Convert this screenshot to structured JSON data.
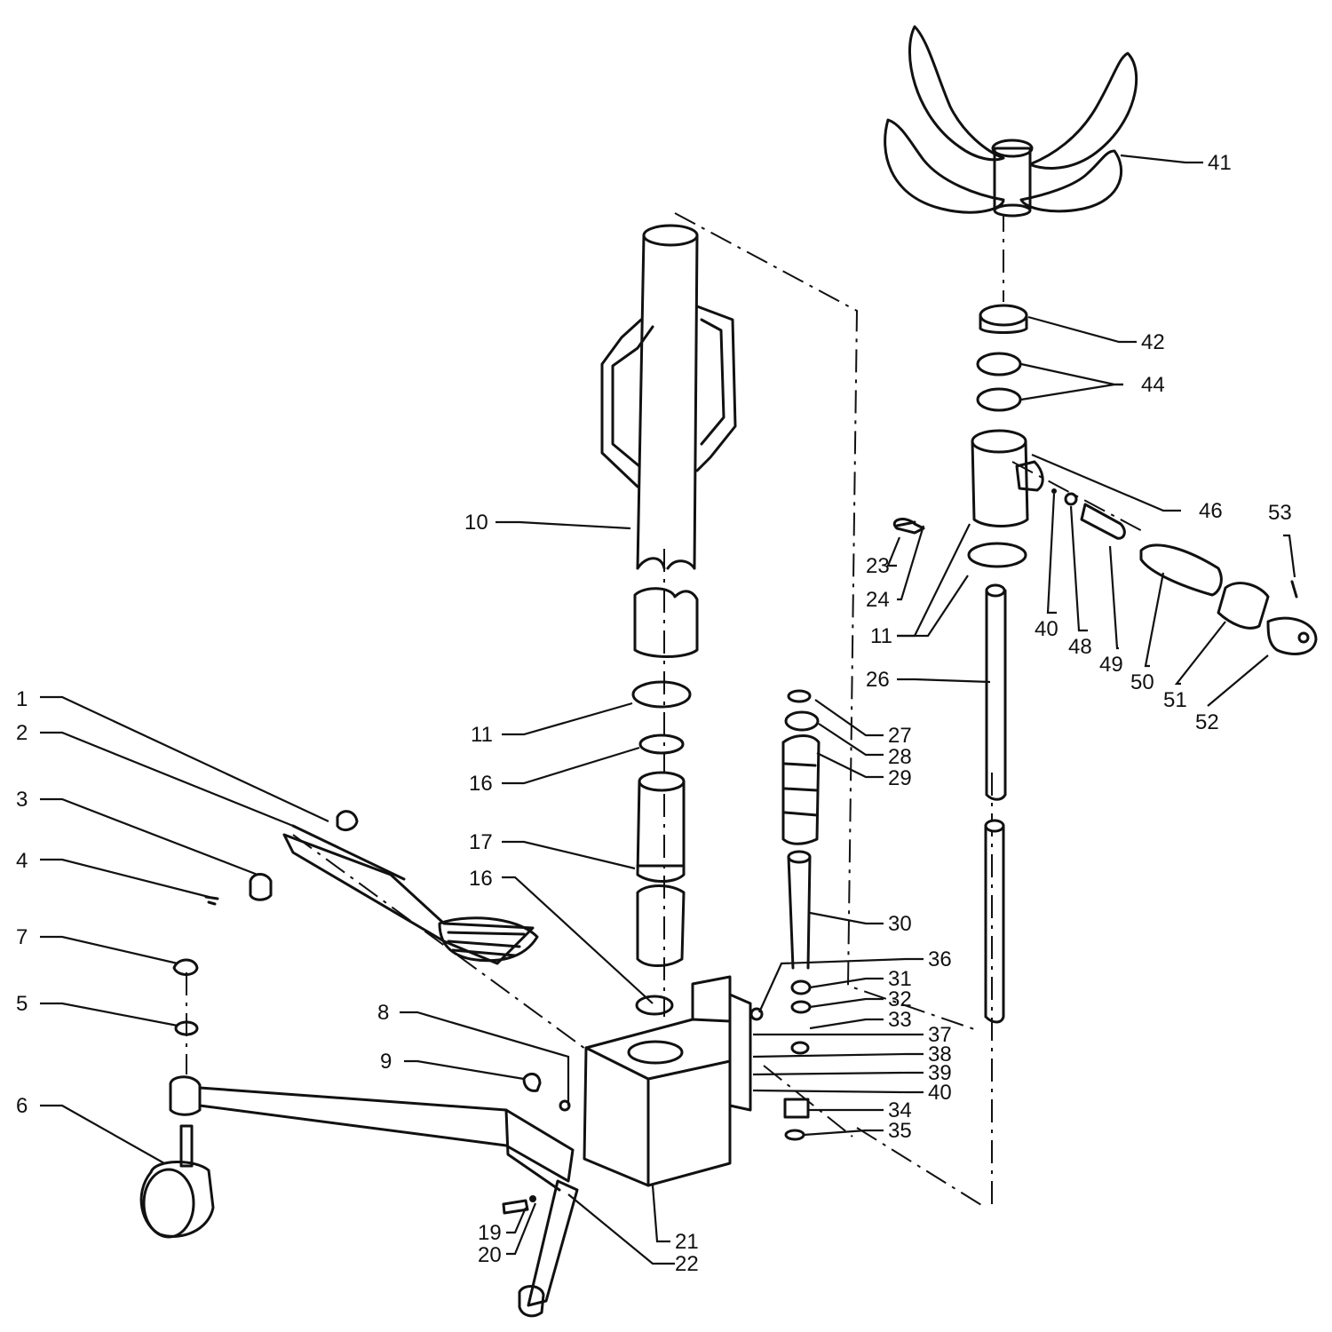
{
  "callouts": [
    {
      "id": "c1",
      "text": "1"
    },
    {
      "id": "c2",
      "text": "2"
    },
    {
      "id": "c3",
      "text": "3"
    },
    {
      "id": "c4",
      "text": "4"
    },
    {
      "id": "c7",
      "text": "7"
    },
    {
      "id": "c5",
      "text": "5"
    },
    {
      "id": "c6",
      "text": "6"
    },
    {
      "id": "c8",
      "text": "8"
    },
    {
      "id": "c9",
      "text": "9"
    },
    {
      "id": "c10",
      "text": "10"
    },
    {
      "id": "c11a",
      "text": "11"
    },
    {
      "id": "c16a",
      "text": "16"
    },
    {
      "id": "c17",
      "text": "17"
    },
    {
      "id": "c16b",
      "text": "16"
    },
    {
      "id": "c19",
      "text": "19"
    },
    {
      "id": "c20",
      "text": "20"
    },
    {
      "id": "c21",
      "text": "21"
    },
    {
      "id": "c22",
      "text": "22"
    },
    {
      "id": "c23",
      "text": "23"
    },
    {
      "id": "c24",
      "text": "24"
    },
    {
      "id": "c11b",
      "text": "11"
    },
    {
      "id": "c26",
      "text": "26"
    },
    {
      "id": "c27",
      "text": "27"
    },
    {
      "id": "c28",
      "text": "28"
    },
    {
      "id": "c29",
      "text": "29"
    },
    {
      "id": "c30",
      "text": "30"
    },
    {
      "id": "c36",
      "text": "36"
    },
    {
      "id": "c31",
      "text": "31"
    },
    {
      "id": "c32",
      "text": "32"
    },
    {
      "id": "c33",
      "text": "33"
    },
    {
      "id": "c37",
      "text": "37"
    },
    {
      "id": "c38",
      "text": "38"
    },
    {
      "id": "c39",
      "text": "39"
    },
    {
      "id": "c40a",
      "text": "40"
    },
    {
      "id": "c34",
      "text": "34"
    },
    {
      "id": "c35",
      "text": "35"
    },
    {
      "id": "c41",
      "text": "41"
    },
    {
      "id": "c42",
      "text": "42"
    },
    {
      "id": "c44",
      "text": "44"
    },
    {
      "id": "c46",
      "text": "46"
    },
    {
      "id": "c53",
      "text": "53"
    },
    {
      "id": "c40b",
      "text": "40"
    },
    {
      "id": "c48",
      "text": "48"
    },
    {
      "id": "c49",
      "text": "49"
    },
    {
      "id": "c50",
      "text": "50"
    },
    {
      "id": "c51",
      "text": "51"
    },
    {
      "id": "c52",
      "text": "52"
    }
  ]
}
